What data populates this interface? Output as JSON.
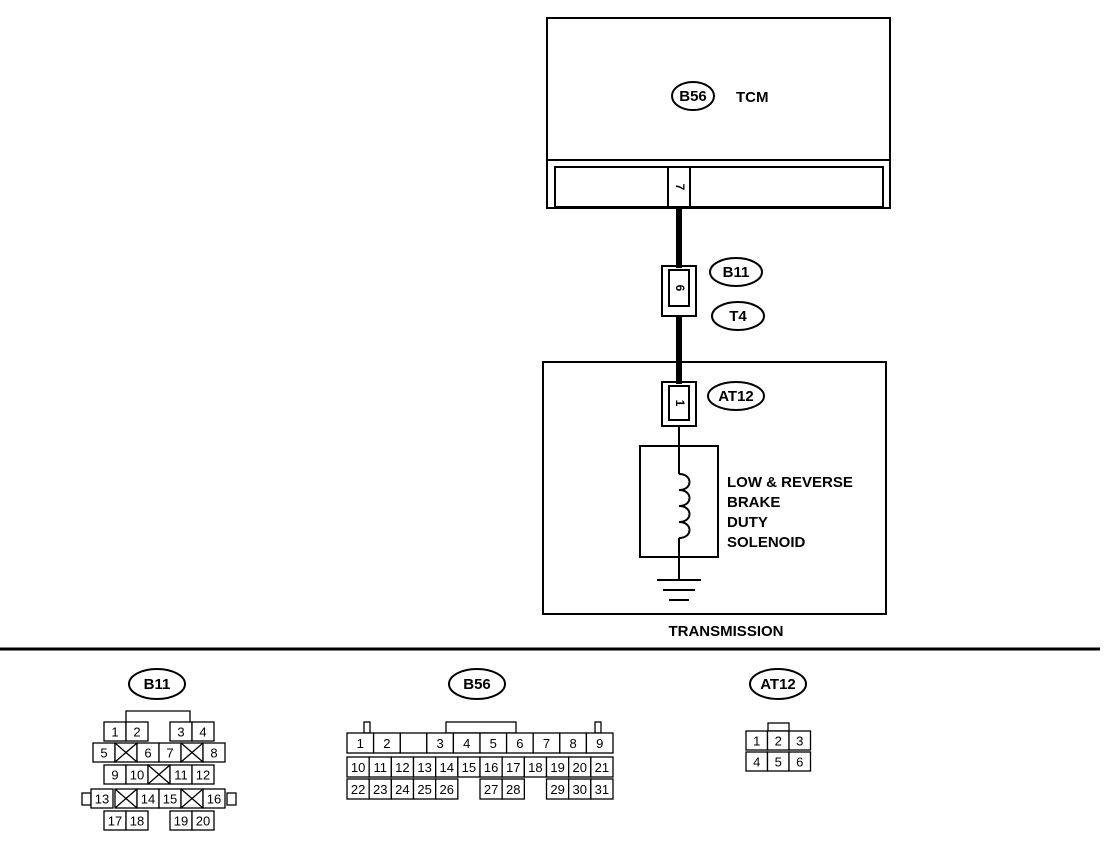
{
  "tcm": {
    "connector": "B56",
    "name": "TCM",
    "pin": "7"
  },
  "harness": {
    "connector_b11": "B11",
    "connector_t4": "T4",
    "pin": "6"
  },
  "transmission": {
    "label": "TRANSMISSION",
    "connector": "AT12",
    "pin": "1",
    "solenoid_lines": [
      "LOW & REVERSE",
      "BRAKE",
      "DUTY",
      "SOLENOID"
    ]
  },
  "connector_views": {
    "b11": {
      "label": "B11",
      "pins": [
        "1",
        "2",
        "3",
        "4",
        "5",
        "6",
        "7",
        "8",
        "9",
        "10",
        "11",
        "12",
        "13",
        "14",
        "15",
        "16",
        "17",
        "18",
        "19",
        "20"
      ]
    },
    "b56": {
      "label": "B56",
      "pins": [
        "1",
        "2",
        "3",
        "4",
        "5",
        "6",
        "7",
        "8",
        "9",
        "10",
        "11",
        "12",
        "13",
        "14",
        "15",
        "16",
        "17",
        "18",
        "19",
        "20",
        "21",
        "22",
        "23",
        "24",
        "25",
        "26",
        "27",
        "28",
        "29",
        "30",
        "31"
      ]
    },
    "at12": {
      "label": "AT12",
      "pins": [
        "1",
        "2",
        "3",
        "4",
        "5",
        "6"
      ]
    }
  }
}
